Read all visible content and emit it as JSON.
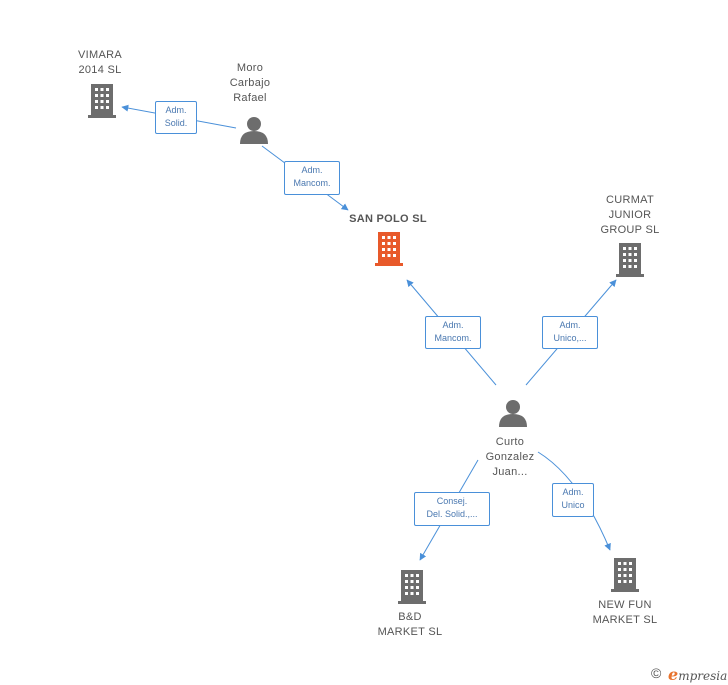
{
  "nodes": {
    "vimara": {
      "label": "VIMARA\n2014  SL",
      "type": "company"
    },
    "moro": {
      "label": "Moro\nCarbajo\nRafael",
      "type": "person"
    },
    "sanpolo": {
      "label": "SAN POLO SL",
      "type": "company",
      "highlight": true
    },
    "curmat": {
      "label": "CURMAT\nJUNIOR\nGROUP SL",
      "type": "company"
    },
    "curto": {
      "label": "Curto\nGonzalez\nJuan...",
      "type": "person"
    },
    "bd": {
      "label": "B&D\nMARKET  SL",
      "type": "company"
    },
    "newfun": {
      "label": "NEW FUN\nMARKET  SL",
      "type": "company"
    }
  },
  "relations": {
    "moro_vimara": "Adm.\nSolid.",
    "moro_sanpolo": "Adm.\nMancom.",
    "curto_sanpolo": "Adm.\nMancom.",
    "curto_curmat": "Adm.\nUnico,...",
    "curto_bd": "Consej.\nDel. Solid.,...",
    "curto_newfun": "Adm.\nUnico"
  },
  "footer": {
    "copyright_symbol": "©",
    "brand_first": "e",
    "brand_rest": "mpresia"
  },
  "colors": {
    "company": "#6d6d6d",
    "company_highlight": "#e8592a",
    "person": "#6d6d6d",
    "edge": "#4a90d9",
    "relation_text": "#4a78b0"
  }
}
